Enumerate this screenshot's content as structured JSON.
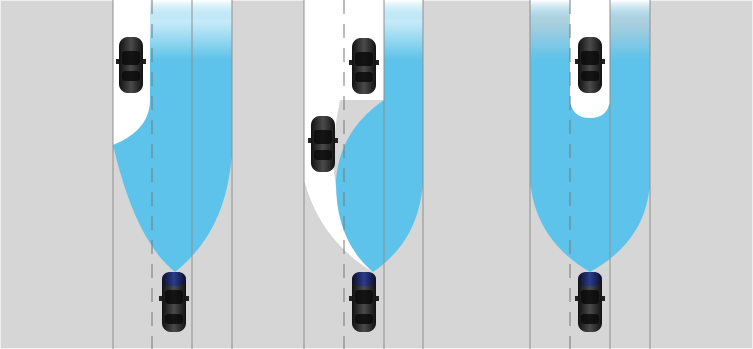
{
  "diagram": {
    "colors": {
      "road": "#d6d6d6",
      "lane_line": "#8f8f8f",
      "light_beam": "#5ec3ea",
      "light_beam_fade": "#ffffff",
      "dark_zone": "#ffffff",
      "ego_car": "#1d2a6b",
      "other_car": "#2b2b2b",
      "frame": "#e9e9e9"
    },
    "panels": [
      {
        "id": "panel-1",
        "road_vehicles": [
          "oncoming-car"
        ],
        "ego_vehicle": "ego-car-1"
      },
      {
        "id": "panel-2",
        "road_vehicles": [
          "oncoming-car",
          "overtaking-car"
        ],
        "ego_vehicle": "ego-car-2"
      },
      {
        "id": "panel-3",
        "road_vehicles": [
          "preceding-car"
        ],
        "ego_vehicle": "ego-car-3"
      }
    ]
  }
}
